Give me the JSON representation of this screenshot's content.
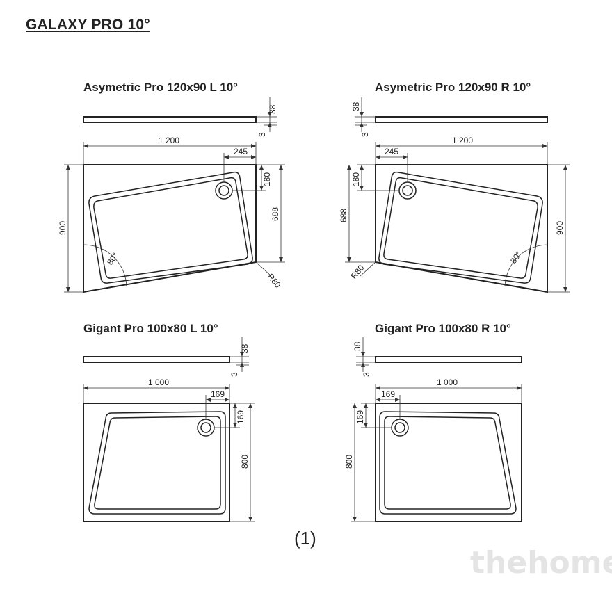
{
  "page_title": "GALAXY PRO 10°",
  "figure_label": "(1)",
  "watermark": "thehome",
  "panels": [
    {
      "title": "Asymetric Pro 120x90 L 10°",
      "width": "1 200",
      "height": "900",
      "side": "688",
      "drain_x": "245",
      "drain_y": "180",
      "angle": "80°",
      "radius": "R80",
      "profile_height": "38",
      "profile_step": "3"
    },
    {
      "title": "Asymetric Pro 120x90 R 10°",
      "width": "1 200",
      "height": "900",
      "side": "688",
      "drain_x": "245",
      "drain_y": "180",
      "angle": "80°",
      "radius": "R80",
      "profile_height": "38",
      "profile_step": "3"
    },
    {
      "title": "Gigant Pro 100x80 L 10°",
      "width": "1 000",
      "height": "800",
      "drain_x": "169",
      "drain_y": "169",
      "profile_height": "38",
      "profile_step": "3"
    },
    {
      "title": "Gigant Pro 100x80 R 10°",
      "width": "1 000",
      "height": "800",
      "drain_x": "169",
      "drain_y": "169",
      "profile_height": "38",
      "profile_step": "3"
    }
  ]
}
